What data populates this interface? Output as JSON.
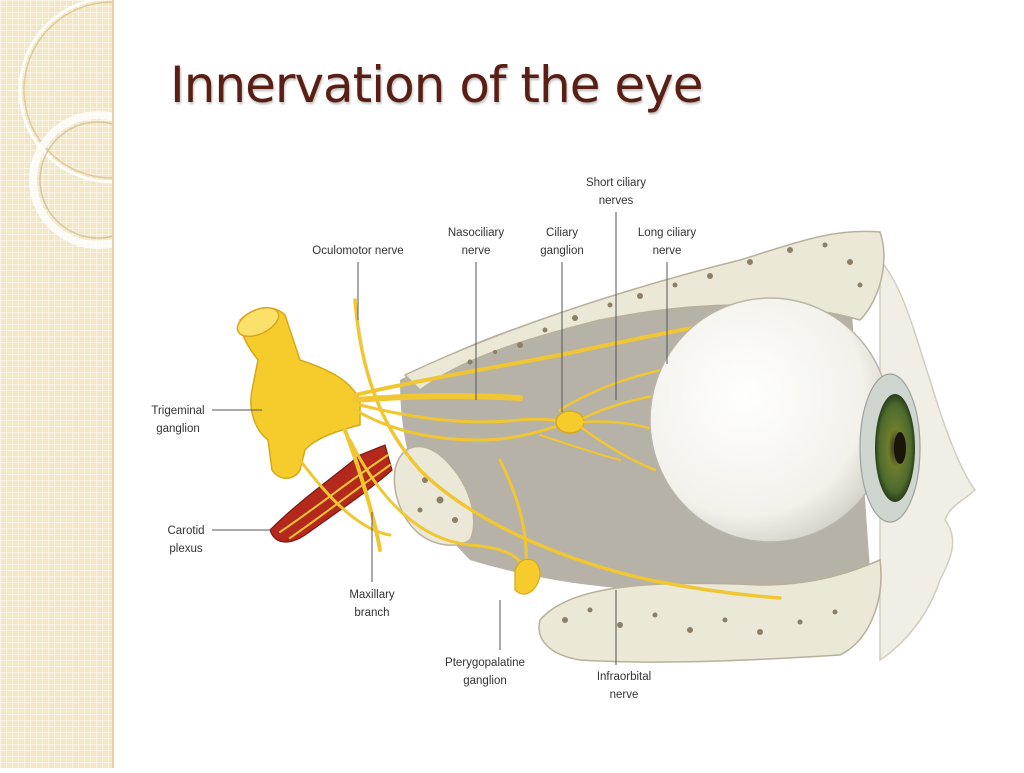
{
  "slide": {
    "title": "Innervation of the eye"
  },
  "labels": {
    "short_ciliary_1": "Short ciliary",
    "short_ciliary_2": "nerves",
    "nasociliary_1": "Nasociliary",
    "nasociliary_2": "nerve",
    "ciliary_1": "Ciliary",
    "ciliary_2": "ganglion",
    "long_ciliary_1": "Long ciliary",
    "long_ciliary_2": "nerve",
    "oculomotor": "Oculomotor nerve",
    "trigeminal_1": "Trigeminal",
    "trigeminal_2": "ganglion",
    "carotid_1": "Carotid",
    "carotid_2": "plexus",
    "maxillary_1": "Maxillary",
    "maxillary_2": "branch",
    "pterygo_1": "Pterygopalatine",
    "pterygo_2": "ganglion",
    "infraorbital_1": "Infraorbital",
    "infraorbital_2": "nerve"
  },
  "colors": {
    "title": "#5a1f14",
    "nerve": "#f0c632",
    "artery": "#b5281c",
    "bone": "#ece8d8",
    "iris": "#4d6a2c",
    "side_strip": "#f3e6c4"
  }
}
